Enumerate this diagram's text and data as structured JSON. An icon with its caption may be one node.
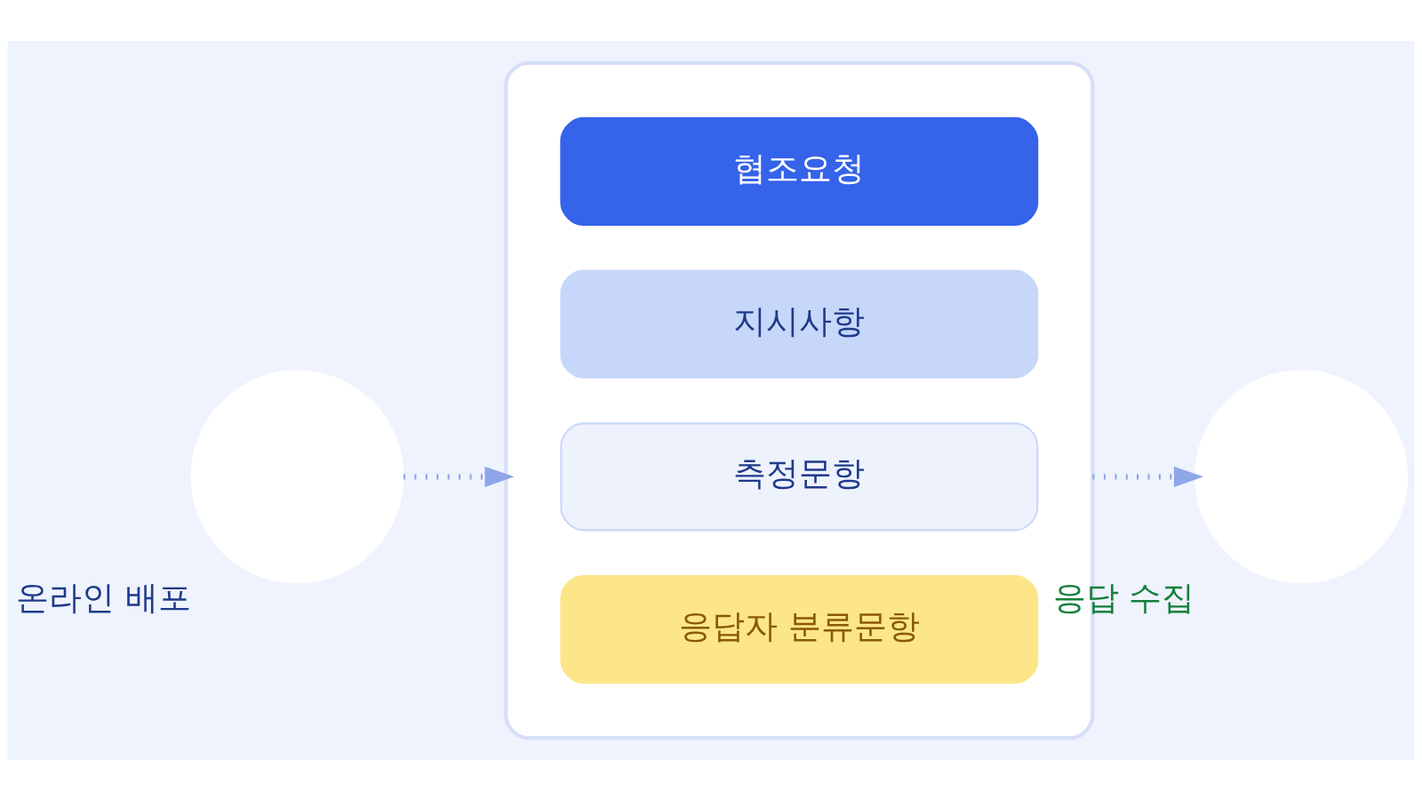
{
  "diagram": {
    "nodes": [
      {
        "text": [],
        "shape": "circle",
        "beside": [
          "온라인 배포"
        ]
      },
      {
        "text": [],
        "shape": "box"
      },
      {
        "text": [
          "협조요청"
        ],
        "in": 1
      },
      {
        "text": [
          "지시사항"
        ],
        "in": 1
      },
      {
        "text": [
          "측정문항"
        ],
        "in": 1
      },
      {
        "text": [
          "응답자 분류문항"
        ],
        "in": 1
      },
      {
        "text": [],
        "shape": "circle",
        "beside": [
          "응답 수집"
        ]
      }
    ],
    "edges": [
      {
        "from": 0,
        "to": 1,
        "arrow": "to",
        "style": "dashed"
      },
      {
        "from": 1,
        "to": 6,
        "arrow": "to",
        "style": "dashed"
      }
    ]
  }
}
